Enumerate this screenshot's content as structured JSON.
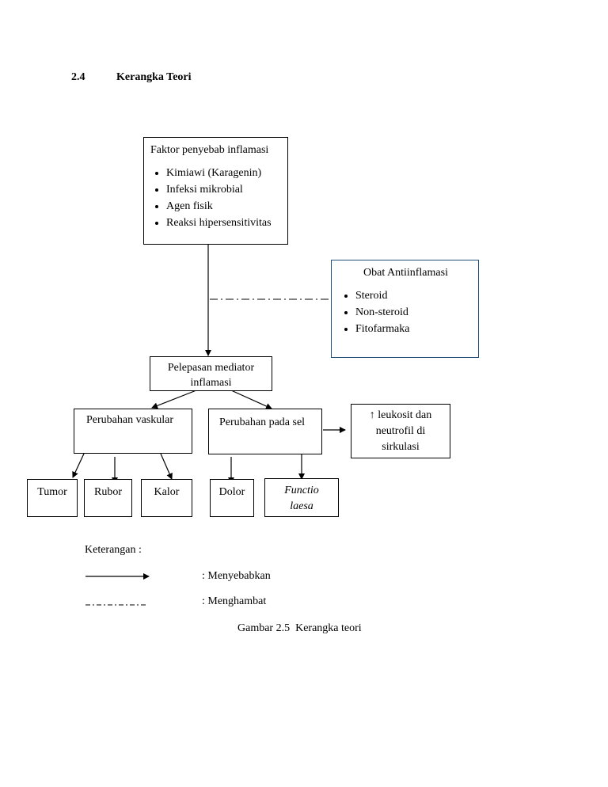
{
  "section": {
    "number": "2.4",
    "title": "Kerangka Teori"
  },
  "factor_box": {
    "title": "Faktor penyebab inflamasi",
    "items": [
      "Kimiawi (Karagenin)",
      "Infeksi mikrobial",
      "Agen fisik",
      "Reaksi hipersensitivitas"
    ]
  },
  "drug_box": {
    "title": "Obat Antiinflamasi",
    "items": [
      "Steroid",
      "Non-steroid",
      "Fitofarmaka"
    ]
  },
  "mediator_box": {
    "line1": "Pelepasan mediator",
    "line2": "inflamasi"
  },
  "vascular_box": {
    "label": "Perubahan vaskular"
  },
  "cell_box": {
    "label": "Perubahan pada sel"
  },
  "leukocyte_box": {
    "line1": "↑ leukosit dan",
    "line2": "neutrofil di",
    "line3": "sirkulasi"
  },
  "signs": {
    "tumor": "Tumor",
    "rubor": "Rubor",
    "kalor": "Kalor",
    "dolor": "Dolor",
    "functio": "Functio",
    "laesa": "laesa"
  },
  "legend": {
    "title": "Keterangan :",
    "cause": ": Menyebabkan",
    "inhibit": ": Menghambat"
  },
  "caption": "Gambar 2.5  Kerangka teori"
}
